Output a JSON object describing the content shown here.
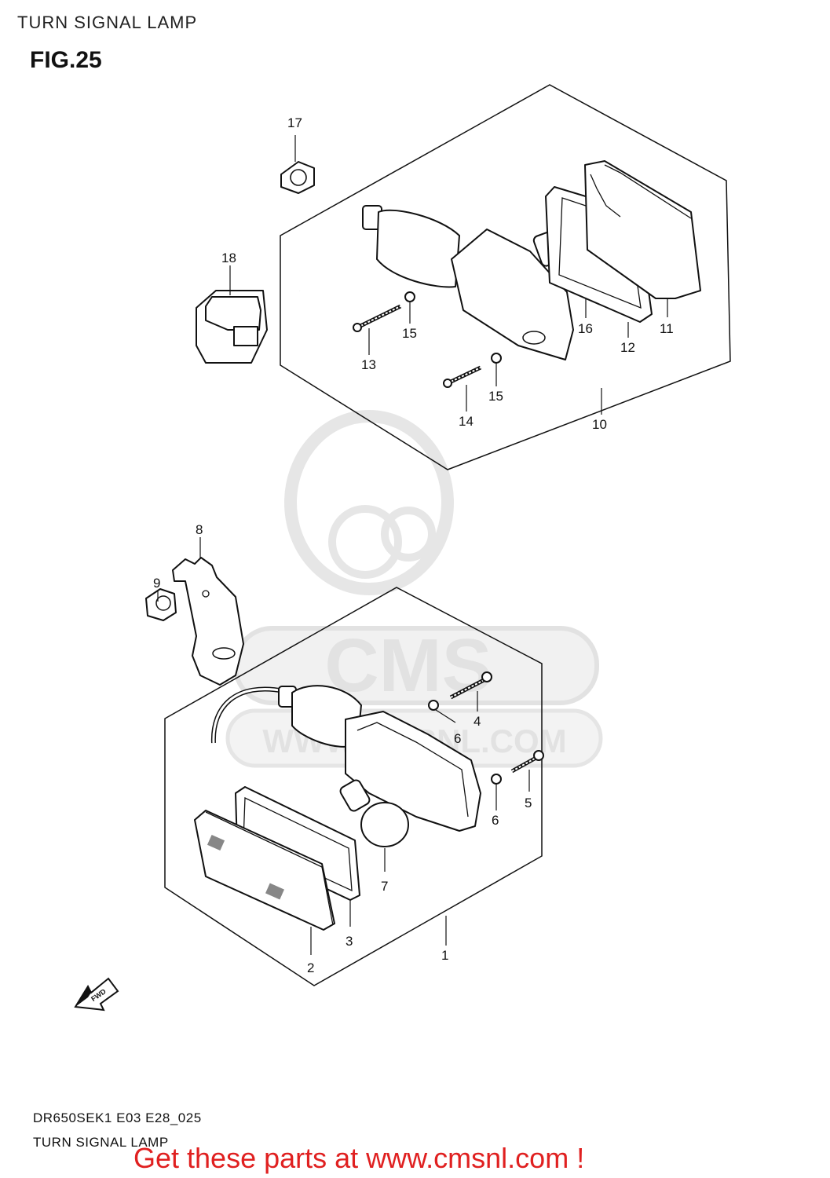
{
  "header": {
    "page_title": "TURN SIGNAL LAMP",
    "figure_label": "FIG.25"
  },
  "callouts": {
    "p1": "1",
    "p2": "2",
    "p3": "3",
    "p4": "4",
    "p5": "5",
    "p6a": "6",
    "p6b": "6",
    "p7": "7",
    "p8": "8",
    "p9": "9",
    "p10": "10",
    "p11": "11",
    "p12": "12",
    "p13": "13",
    "p14": "14",
    "p15a": "15",
    "p15b": "15",
    "p16": "16",
    "p17": "17",
    "p18": "18"
  },
  "watermark": {
    "brand": "CMS",
    "url": "WWW.CMSNL.COM"
  },
  "direction_arrow": {
    "label": "FWD"
  },
  "footer": {
    "diagram_code": "DR650SEK1 E03 E28_025",
    "caption": "TURN SIGNAL LAMP",
    "promo_link": "Get these parts at www.cmsnl.com !"
  },
  "colors": {
    "promo": "#e02020",
    "line": "#111111",
    "watermark": "#d9d9d9"
  }
}
